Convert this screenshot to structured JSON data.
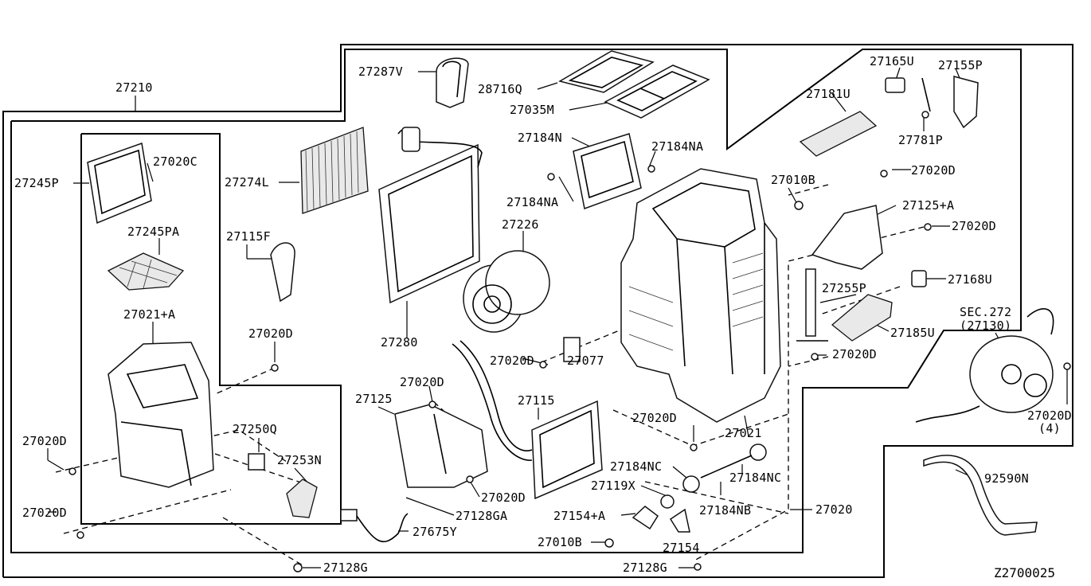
{
  "diagram": {
    "reference_code": "Z2700025",
    "labels": {
      "l27210": "27210",
      "l27287V": "27287V",
      "l28716Q": "28716Q",
      "l27035M": "27035M",
      "l27181U": "27181U",
      "l27165U": "27165U",
      "l27155P": "27155P",
      "l27781P": "27781P",
      "l27245P": "27245P",
      "l27020C": "27020C",
      "l27274L": "27274L",
      "l27184N": "27184N",
      "l27184NA_1": "27184NA",
      "l27184NA_2": "27184NA",
      "l27010B_1": "27010B",
      "l27020D_1": "27020D",
      "l27125A": "27125+A",
      "l27020D_2": "27020D",
      "l27245PA": "27245PA",
      "l27115F": "27115F",
      "l27226": "27226",
      "l27168U": "27168U",
      "l27255P": "27255P",
      "l27185U": "27185U",
      "lSEC272": "SEC.272",
      "l27130": "(27130)",
      "l27021A": "27021+A",
      "l27020D_3": "27020D",
      "l27280": "27280",
      "l27020D_4": "27020D",
      "l27077": "27077",
      "l27020D_5": "27020D",
      "l27020D_6": "27020D",
      "l27125": "27125",
      "l27115": "27115",
      "l27020D_7": "27020D",
      "l27020D_8": "27020D",
      "l27020D_4count": "(4)",
      "l27250Q": "27250Q",
      "l27021": "27021",
      "l27020D_9": "27020D",
      "l27253N": "27253N",
      "l27184NC_1": "27184NC",
      "l27184NC_2": "27184NC",
      "l27119X": "27119X",
      "l27184NB": "27184NB",
      "l27020D_10": "27020D",
      "l92590N": "92590N",
      "l27128GA": "27128GA",
      "l27154A": "27154+A",
      "l27020": "27020",
      "l27020D_11": "27020D",
      "l27675Y": "27675Y",
      "l27010B_2": "27010B",
      "l27154": "27154",
      "l27128G_1": "27128G",
      "l27128G_2": "27128G"
    }
  }
}
